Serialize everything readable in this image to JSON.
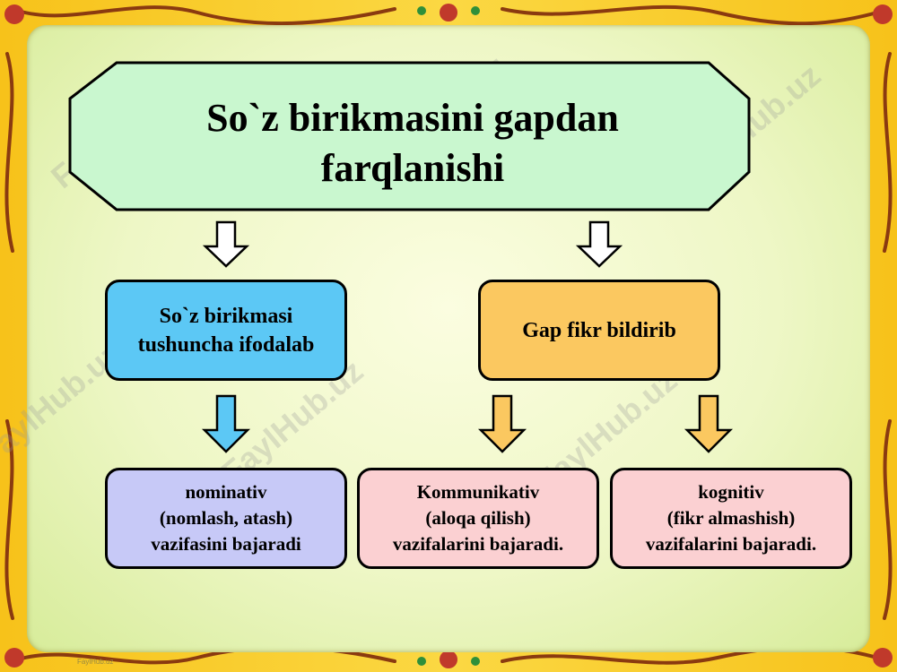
{
  "title": {
    "line1": "So`z birikmasini gapdan",
    "line2": "farqlanishi"
  },
  "left_branch": {
    "line1": "So`z birikmasi",
    "line2": "tushuncha ifodalab"
  },
  "right_branch": {
    "line1": "Gap fikr bildirib"
  },
  "results": [
    {
      "line1": "nominativ",
      "line2": "(nomlash, atash)",
      "line3": "vazifasini bajaradi"
    },
    {
      "line1": "Kommunikativ",
      "line2": "(aloqa qilish)",
      "line3": "vazifalarini bajaradi."
    },
    {
      "line1": "kognitiv",
      "line2": "(fikr almashish)",
      "line3": "vazifalarini bajaradi."
    }
  ],
  "watermark": "FaylHub.uz",
  "footer_mark": "FaylHub.uz",
  "colors": {
    "title_fill": "#c9f7cf",
    "left_fill": "#5cc8f5",
    "right_fill": "#fbc860",
    "nominative_fill": "#c7c9f7",
    "comm_fill": "#fbd0d2",
    "arrow_white": "#ffffff",
    "arrow_blue": "#5cc8f5",
    "arrow_orange": "#fbc860"
  }
}
